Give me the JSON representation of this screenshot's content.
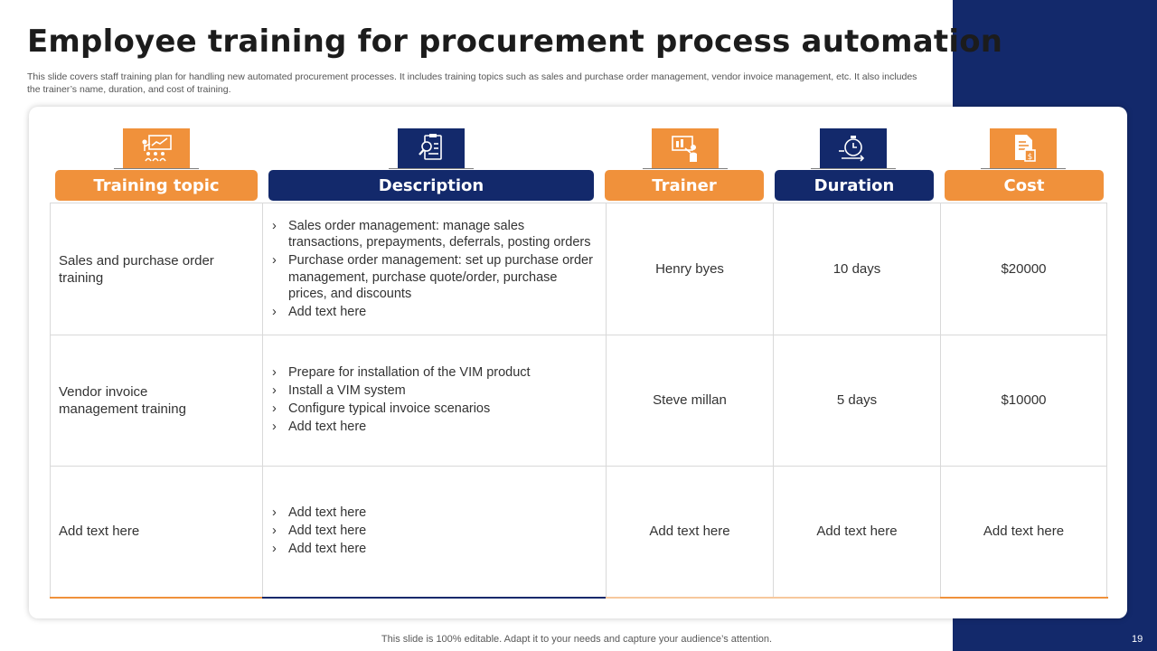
{
  "title": "Employee training for procurement process automation",
  "subtitle": "This slide covers staff training plan for handling new automated procurement processes. It includes training topics such as sales and purchase order management, vendor invoice management, etc. It also includes the trainer’s name, duration, and cost of training.",
  "columns": [
    {
      "label": "Training topic",
      "icon": "presentation-audience-icon",
      "color": "#f0913b"
    },
    {
      "label": "Description",
      "icon": "document-search-icon",
      "color": "#13296b"
    },
    {
      "label": "Trainer",
      "icon": "trainer-board-icon",
      "color": "#f0913b"
    },
    {
      "label": "Duration",
      "icon": "stopwatch-icon",
      "color": "#13296b"
    },
    {
      "label": "Cost",
      "icon": "invoice-cost-icon",
      "color": "#f0913b"
    }
  ],
  "rows": [
    {
      "topic": "Sales and purchase order training",
      "description": [
        "Sales order management: manage sales transactions, prepayments, deferrals, posting orders",
        "Purchase order management: set up purchase order management, purchase quote/order, purchase prices, and discounts",
        "Add text here"
      ],
      "trainer": "Henry byes",
      "duration": "10 days",
      "cost": "$20000"
    },
    {
      "topic": "Vendor invoice management training",
      "description": [
        "Prepare for installation of the VIM product",
        "Install a VIM  system",
        "Configure typical invoice scenarios",
        "Add text here"
      ],
      "trainer": "Steve millan",
      "duration": "5 days",
      "cost": "$10000"
    },
    {
      "topic": "Add text here",
      "description": [
        "Add text here",
        "Add text here",
        "Add text here"
      ],
      "trainer": "Add text here",
      "duration": "Add text here",
      "cost": "Add text here"
    }
  ],
  "footer": "This slide is 100% editable. Adapt it to your needs and capture your audience’s attention.",
  "page_number": "19",
  "colors": {
    "orange": "#f0913b",
    "navy": "#13296b"
  }
}
